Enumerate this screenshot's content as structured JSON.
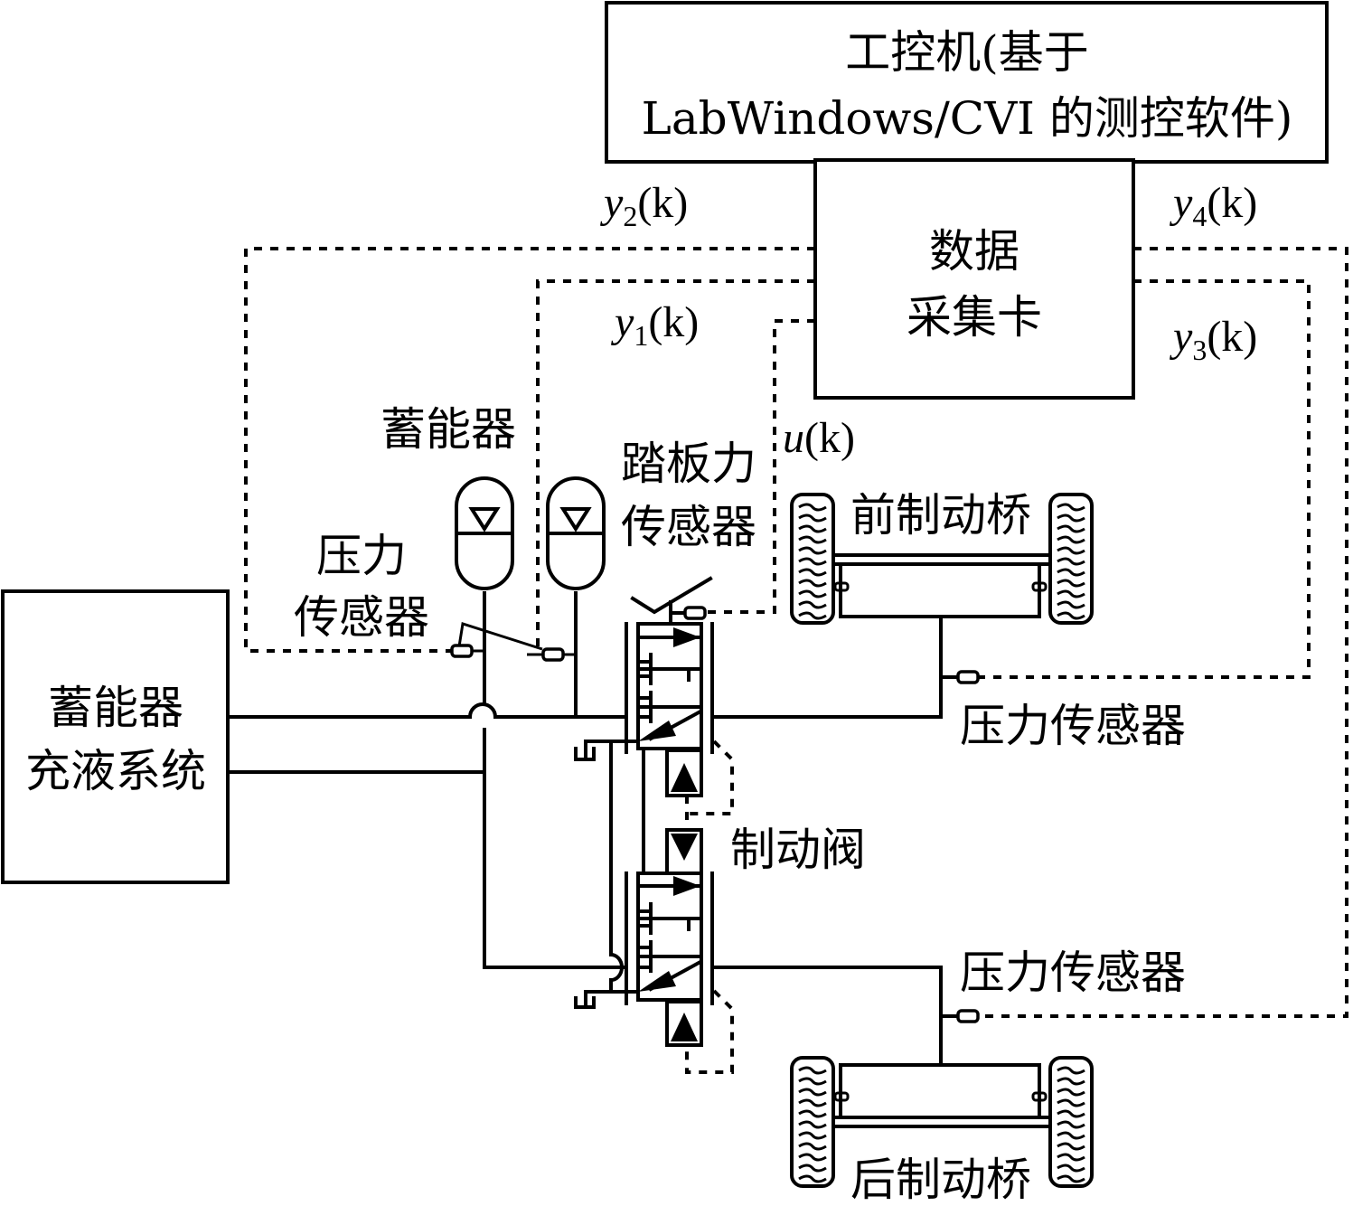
{
  "ipc": {
    "line1": "工控机(基于",
    "line2": "LabWindows/CVI 的测控软件)"
  },
  "daq": {
    "line1": "数据",
    "line2": "采集卡"
  },
  "charging_system": {
    "line1": "蓄能器",
    "line2": "充液系统"
  },
  "signals": {
    "y1": {
      "var": "y",
      "sub": "1",
      "arg": "(k)"
    },
    "y2": {
      "var": "y",
      "sub": "2",
      "arg": "(k)"
    },
    "y3": {
      "var": "y",
      "sub": "3",
      "arg": "(k)"
    },
    "y4": {
      "var": "y",
      "sub": "4",
      "arg": "(k)"
    },
    "u": {
      "var": "u",
      "arg": "(k)"
    }
  },
  "labels": {
    "accumulator": "蓄能器",
    "pressure_sensor_left_line1": "压力",
    "pressure_sensor_left_line2": "传感器",
    "pedal_sensor_line1": "踏板力",
    "pedal_sensor_line2": "传感器",
    "front_axle": "前制动桥",
    "rear_axle": "后制动桥",
    "pressure_sensor_front": "压力传感器",
    "pressure_sensor_rear": "压力传感器",
    "brake_valve": "制动阀"
  }
}
